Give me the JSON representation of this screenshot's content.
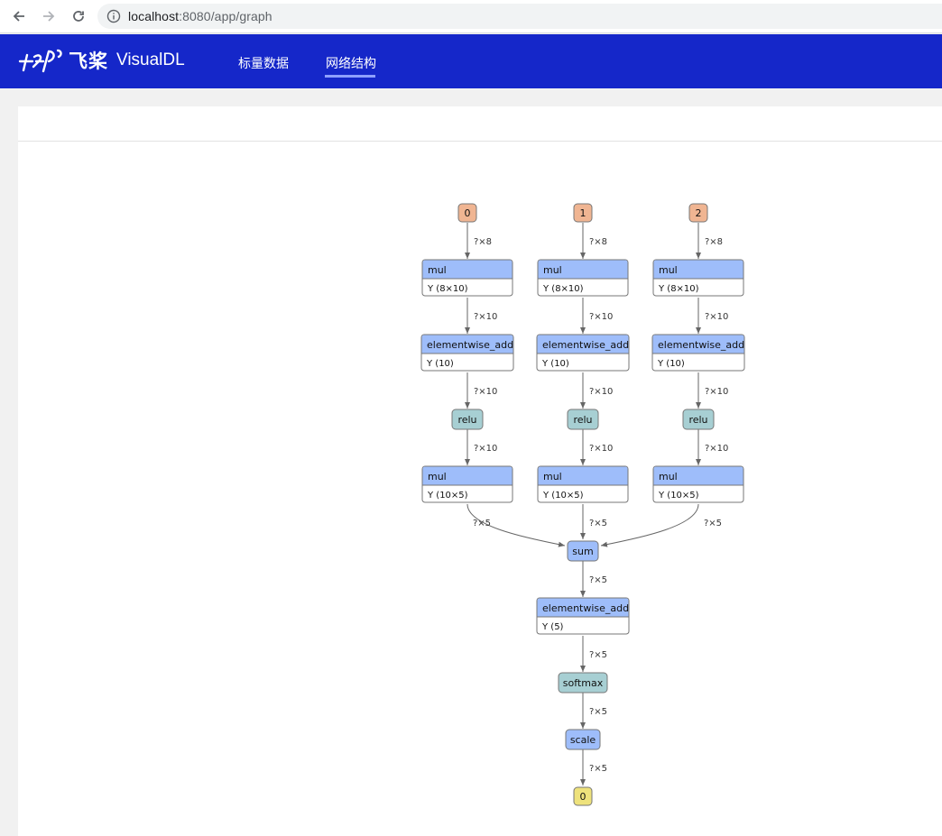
{
  "browser": {
    "url_host": "localhost",
    "url_rest": ":8080/app/graph"
  },
  "header": {
    "logo_cn": "飞桨",
    "logo_en": "VisualDL",
    "nav": [
      {
        "label": "标量数据",
        "active": false
      },
      {
        "label": "网络结构",
        "active": true
      }
    ]
  },
  "colors": {
    "header_bg": "#1527c9",
    "op_node": "#9ebdfa",
    "act_node": "#a7cfd3",
    "input_node": "#f0b592",
    "output_node": "#eee27c"
  },
  "graph": {
    "inputs": [
      "0",
      "1",
      "2"
    ],
    "branch": {
      "mul1": {
        "name": "mul",
        "param": "Y (8×10)"
      },
      "add1": {
        "name": "elementwise_add",
        "param": "Y (10)"
      },
      "relu": {
        "name": "relu"
      },
      "mul2": {
        "name": "mul",
        "param": "Y (10×5)"
      }
    },
    "sum": "sum",
    "add_final": {
      "name": "elementwise_add",
      "param": "Y (5)"
    },
    "softmax": "softmax",
    "scale": "scale",
    "output": "0",
    "edge_labels": {
      "in_mul": "?×8",
      "mul_add": "?×10",
      "add_relu": "?×10",
      "relu_mul": "?×10",
      "mul_sum": "?×5",
      "sum_add": "?×5",
      "add_softmax": "?×5",
      "softmax_scale": "?×5",
      "scale_out": "?×5"
    }
  }
}
